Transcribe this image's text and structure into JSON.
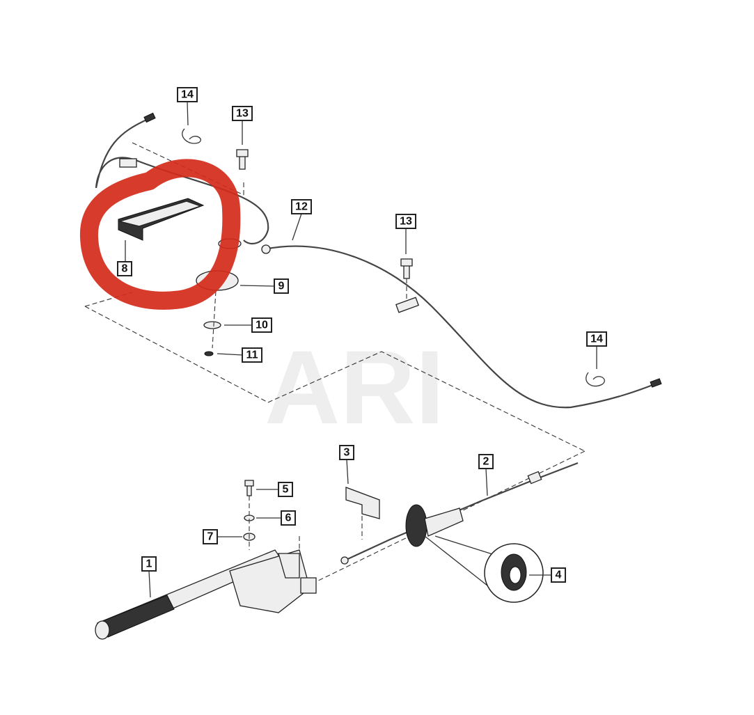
{
  "watermark": "ARI",
  "highlight_color": "#d42a1a",
  "callouts": {
    "c14a": "14",
    "c13a": "13",
    "c12": "12",
    "c8": "8",
    "c9": "9",
    "c10": "10",
    "c11": "11",
    "c13b": "13",
    "c14b": "14",
    "c3": "3",
    "c2": "2",
    "c5": "5",
    "c6": "6",
    "c7": "7",
    "c1": "1",
    "c4": "4"
  }
}
